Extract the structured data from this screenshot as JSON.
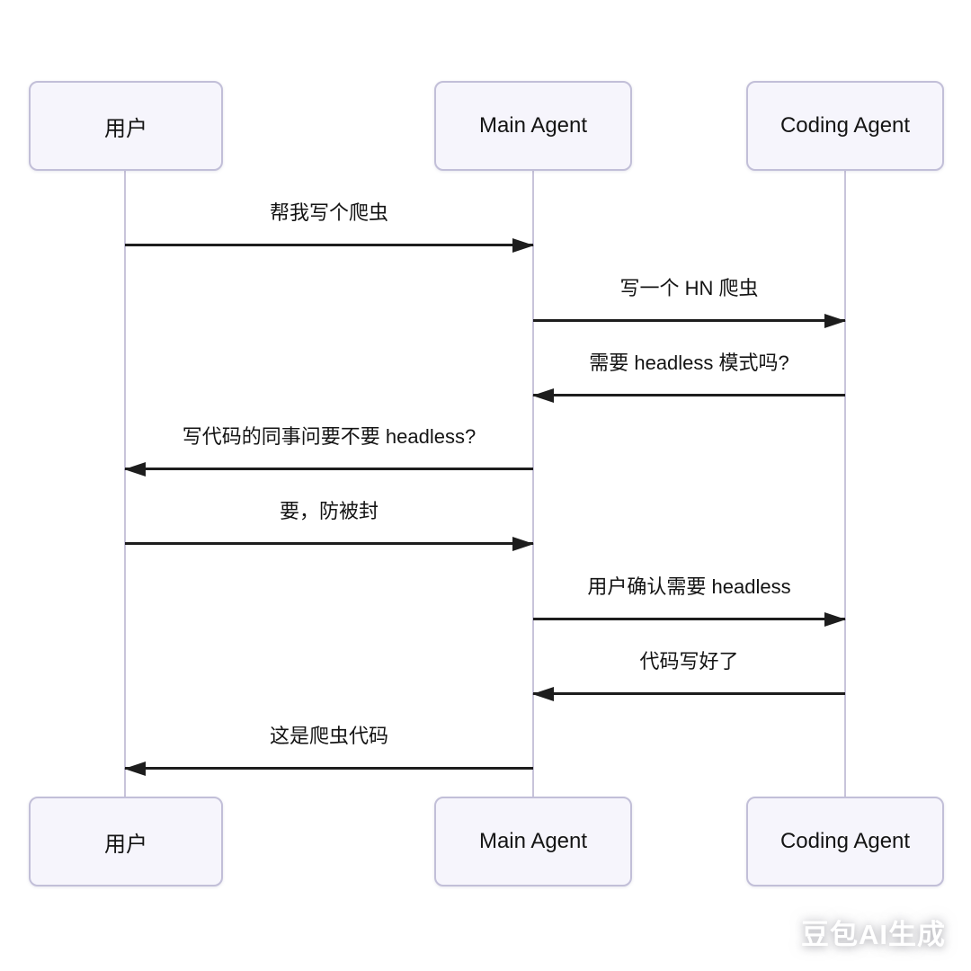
{
  "diagram": {
    "type": "sequence",
    "actors": [
      {
        "id": "user",
        "label": "用户"
      },
      {
        "id": "main-agent",
        "label": "Main Agent"
      },
      {
        "id": "coding-agent",
        "label": "Coding Agent"
      }
    ],
    "messages": [
      {
        "from": "用户",
        "to": "Main Agent",
        "direction": "right",
        "text": "帮我写个爬虫"
      },
      {
        "from": "Main Agent",
        "to": "Coding Agent",
        "direction": "right",
        "text": "写一个 HN 爬虫"
      },
      {
        "from": "Coding Agent",
        "to": "Main Agent",
        "direction": "left",
        "text": "需要 headless 模式吗?"
      },
      {
        "from": "Main Agent",
        "to": "用户",
        "direction": "left",
        "text": "写代码的同事问要不要 headless?"
      },
      {
        "from": "用户",
        "to": "Main Agent",
        "direction": "right",
        "text": "要，防被封"
      },
      {
        "from": "Main Agent",
        "to": "Coding Agent",
        "direction": "right",
        "text": "用户确认需要 headless"
      },
      {
        "from": "Coding Agent",
        "to": "Main Agent",
        "direction": "left",
        "text": "代码写好了"
      },
      {
        "from": "Main Agent",
        "to": "用户",
        "direction": "left",
        "text": "这是爬虫代码"
      }
    ]
  },
  "watermark": {
    "text": "豆包AI生成"
  },
  "colors": {
    "background": "#ffffff",
    "actor_fill": "#f6f5fc",
    "actor_border": "#c2bfd8",
    "lifeline": "#c8c4da",
    "arrow": "#1d1d1d",
    "text": "#141414"
  }
}
